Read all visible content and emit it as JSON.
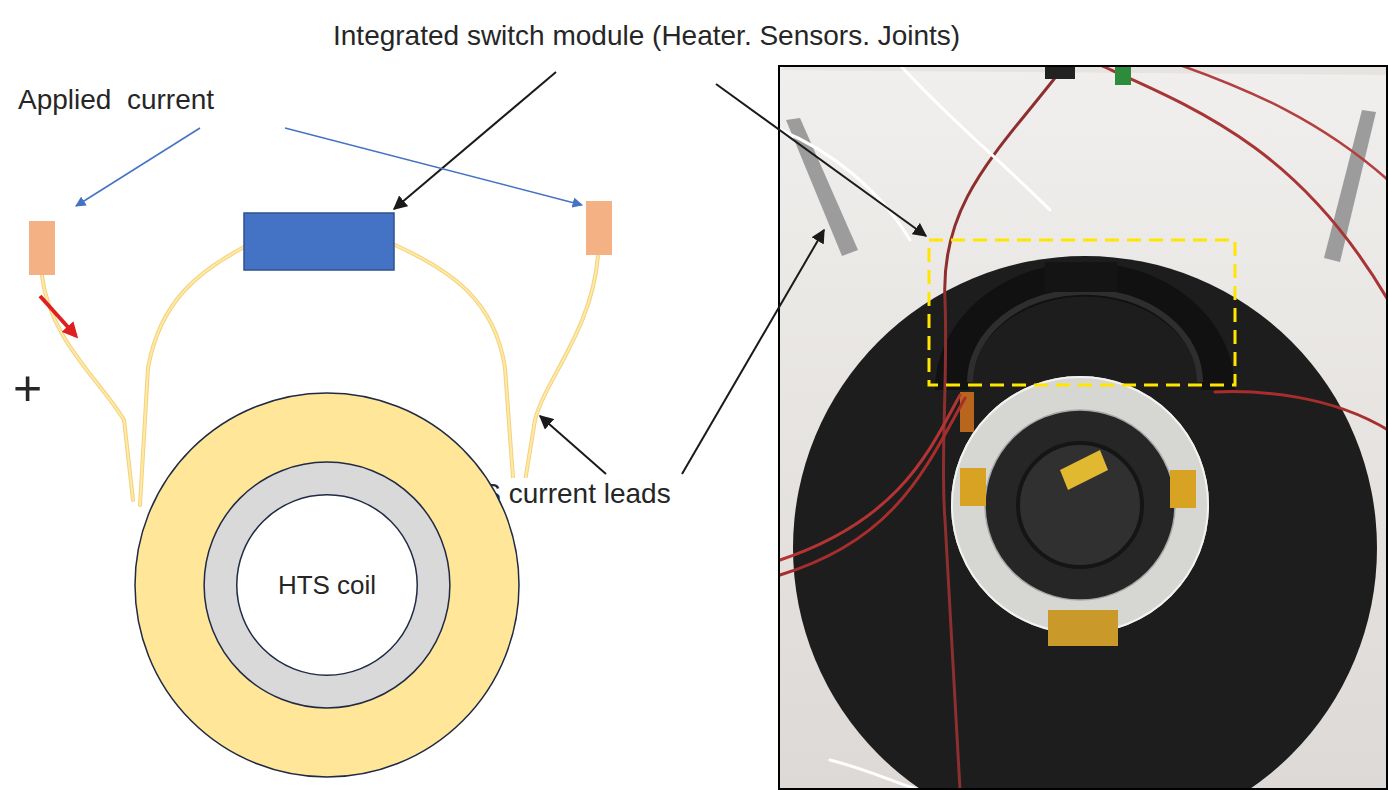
{
  "diagram": {
    "nodes": [
      {
        "text": [
          "HTS coil"
        ]
      }
    ],
    "labels": [
      "Integrated switch module (Heater. Sensors. Joints)",
      "Applied  current",
      "+",
      "HTS current leads"
    ]
  }
}
